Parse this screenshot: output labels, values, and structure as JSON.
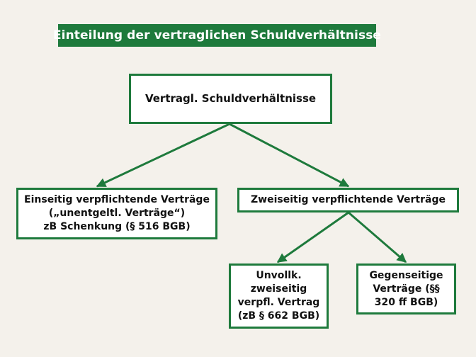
{
  "title": "Einteilung der vertraglichen Schuldverhältnisse",
  "colors": {
    "accent": "#1e7a3c",
    "background": "#f4f1eb",
    "node_fill": "#ffffff",
    "text": "#111111"
  },
  "nodes": {
    "root": "Vertragl. Schuldverhältnisse",
    "left": "Einseitig verpflichtende Verträge\n(„unentgeltl. Verträge“)\nzB Schenkung (§ 516 BGB)",
    "right": "Zweiseitig verpflichtende Verträge",
    "bottom_left": "Unvollk.\nzweiseitig\nverpfl. Vertrag\n(zB § 662 BGB)",
    "bottom_right": "Gegenseitige\nVerträge (§§\n320 ff BGB)"
  },
  "edges": [
    {
      "from": "root",
      "to": "left"
    },
    {
      "from": "root",
      "to": "right"
    },
    {
      "from": "right",
      "to": "bottom_left"
    },
    {
      "from": "right",
      "to": "bottom_right"
    }
  ]
}
